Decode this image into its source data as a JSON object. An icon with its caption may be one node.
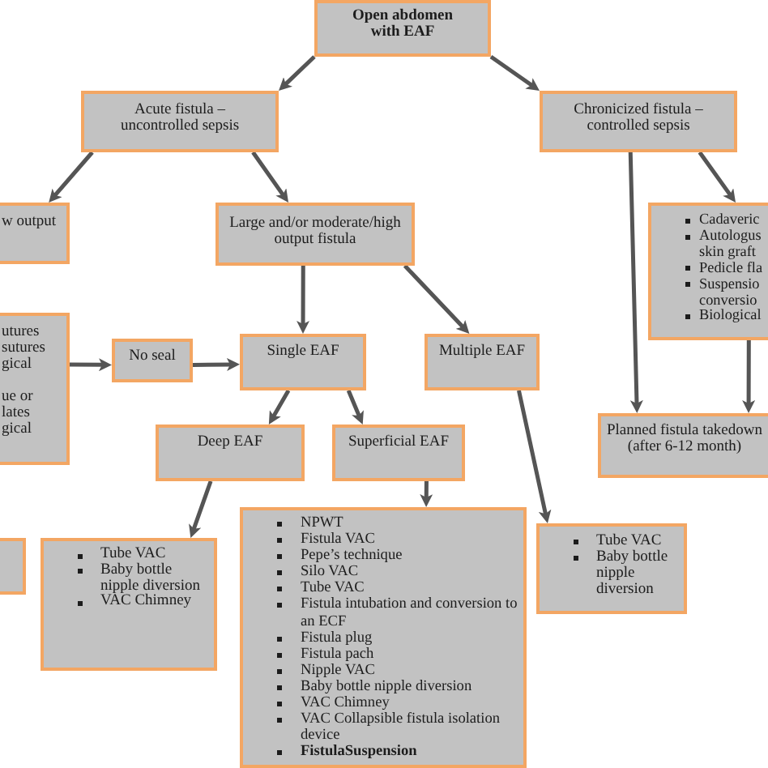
{
  "diagram": {
    "nodes": [
      {
        "text": [
          "Open abdomen with EAF"
        ]
      },
      {
        "text": [
          "Acute fistula – uncontrolled sepsis"
        ]
      },
      {
        "text": [
          "Chronicized fistula – controlled sepsis"
        ]
      },
      {
        "text": [
          "w output"
        ]
      },
      {
        "text": [
          "Large and/or moderate/high output fistula"
        ]
      },
      {
        "text": [
          "Cadaveric",
          "Autologus",
          "skin graft",
          "Pedicle fla",
          "Suspensio",
          "conversio",
          "Biological"
        ]
      },
      {
        "text": [
          "utures",
          "sutures",
          "gical",
          "ue or",
          "lates",
          "gical"
        ]
      },
      {
        "text": [
          "No seal"
        ]
      },
      {
        "text": [
          "Single EAF"
        ]
      },
      {
        "text": [
          "Multiple EAF"
        ]
      },
      {
        "text": [
          "Planned fistula takedown (after 6-12 month)"
        ]
      },
      {
        "text": [
          "Deep EAF"
        ]
      },
      {
        "text": [
          "Superficial EAF"
        ]
      },
      {
        "text": [],
        "shape": "box"
      },
      {
        "text": [
          "Tube VAC",
          "Baby bottle nipple diversion",
          "VAC Chimney"
        ]
      },
      {
        "text": [
          "NPWT",
          "Fistula VAC",
          "Pepe’s technique",
          "Silo VAC",
          "Tube VAC",
          "Fistula intubation and conversion to an ECF",
          "Fistula plug",
          "Fistula pach",
          "Nipple VAC",
          "Baby bottle nipple diversion",
          "VAC Chimney",
          "VAC Collapsible fistula isolation device",
          "FistulaSuspension"
        ]
      },
      {
        "text": [
          "Tube VAC",
          "Baby bottle nipple diversion"
        ]
      }
    ],
    "edges": [
      {
        "from": 0,
        "to": 1,
        "arrow": "to"
      },
      {
        "from": 0,
        "to": 2,
        "arrow": "to"
      },
      {
        "from": 1,
        "to": 3,
        "arrow": "to"
      },
      {
        "from": 1,
        "to": 4,
        "arrow": "to"
      },
      {
        "from": 2,
        "to": 10,
        "arrow": "to"
      },
      {
        "from": 2,
        "to": 5,
        "arrow": "to"
      },
      {
        "from": 4,
        "to": 8,
        "arrow": "to"
      },
      {
        "from": 4,
        "to": 9,
        "arrow": "to"
      },
      {
        "from": 6,
        "to": 7,
        "arrow": "to"
      },
      {
        "from": 7,
        "to": 8,
        "arrow": "to"
      },
      {
        "from": 8,
        "to": 11,
        "arrow": "to"
      },
      {
        "from": 8,
        "to": 12,
        "arrow": "to"
      },
      {
        "from": 11,
        "to": 14,
        "arrow": "to"
      },
      {
        "from": 12,
        "to": 15,
        "arrow": "to"
      },
      {
        "from": 9,
        "to": 16,
        "arrow": "to"
      },
      {
        "from": 5,
        "to": 10,
        "arrow": "to"
      }
    ]
  }
}
